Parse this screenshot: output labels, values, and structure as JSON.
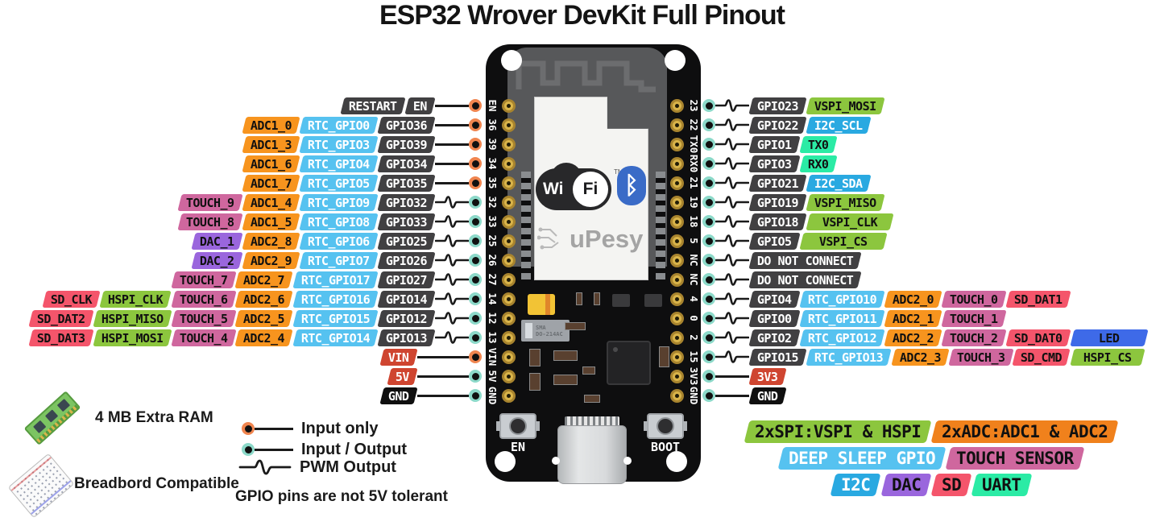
{
  "title": "ESP32 Wrover DevKit Full Pinout",
  "colors": {
    "dark": {
      "bg": "#414042",
      "fg": "#ffffff"
    },
    "adc": {
      "bg": "#f7941e",
      "fg": "#111111"
    },
    "adcleg": {
      "bg": "#f0811c",
      "fg": "#111111"
    },
    "rtc": {
      "bg": "#56c2f0",
      "fg": "#ffffff"
    },
    "touch": {
      "bg": "#cf679e",
      "fg": "#111111"
    },
    "dac": {
      "bg": "#9a66dd",
      "fg": "#111111"
    },
    "sd": {
      "bg": "#f4556b",
      "fg": "#111111"
    },
    "spi": {
      "bg": "#8cc63e",
      "fg": "#111111"
    },
    "i2c": {
      "bg": "#29a9e1",
      "fg": "#ffffff"
    },
    "uart": {
      "bg": "#2beba5",
      "fg": "#111111"
    },
    "power": {
      "bg": "#cf4530",
      "fg": "#ffffff"
    },
    "gnd": {
      "bg": "#0f0f0f",
      "fg": "#ffffff"
    },
    "led": {
      "bg": "#3e6ae8",
      "fg": "#111111"
    },
    "dot_input": "#f0854f",
    "dot_io": "#8cd9c9"
  },
  "pins": {
    "left": [
      {
        "badges": [
          {
            "t": "RESTART",
            "c": "dark"
          },
          {
            "t": "EN",
            "c": "dark"
          }
        ],
        "pwm": false,
        "dot": "input"
      },
      {
        "badges": [
          {
            "t": "ADC1_0",
            "c": "adc"
          },
          {
            "t": "RTC_GPIO0",
            "c": "rtc"
          },
          {
            "t": "GPIO36",
            "c": "dark"
          }
        ],
        "pwm": false,
        "dot": "input"
      },
      {
        "badges": [
          {
            "t": "ADC1_3",
            "c": "adc"
          },
          {
            "t": "RTC_GPIO3",
            "c": "rtc"
          },
          {
            "t": "GPIO39",
            "c": "dark"
          }
        ],
        "pwm": false,
        "dot": "input"
      },
      {
        "badges": [
          {
            "t": "ADC1_6",
            "c": "adc"
          },
          {
            "t": "RTC_GPIO4",
            "c": "rtc"
          },
          {
            "t": "GPIO34",
            "c": "dark"
          }
        ],
        "pwm": false,
        "dot": "input"
      },
      {
        "badges": [
          {
            "t": "ADC1_7",
            "c": "adc"
          },
          {
            "t": "RTC_GPIO5",
            "c": "rtc"
          },
          {
            "t": "GPIO35",
            "c": "dark"
          }
        ],
        "pwm": false,
        "dot": "input"
      },
      {
        "badges": [
          {
            "t": "TOUCH_9",
            "c": "touch"
          },
          {
            "t": "ADC1_4",
            "c": "adc"
          },
          {
            "t": "RTC_GPIO9",
            "c": "rtc"
          },
          {
            "t": "GPIO32",
            "c": "dark"
          }
        ],
        "pwm": true,
        "dot": "io"
      },
      {
        "badges": [
          {
            "t": "TOUCH_8",
            "c": "touch"
          },
          {
            "t": "ADC1_5",
            "c": "adc"
          },
          {
            "t": "RTC_GPIO8",
            "c": "rtc"
          },
          {
            "t": "GPIO33",
            "c": "dark"
          }
        ],
        "pwm": true,
        "dot": "io"
      },
      {
        "badges": [
          {
            "t": "DAC_1",
            "c": "dac"
          },
          {
            "t": "ADC2_8",
            "c": "adc"
          },
          {
            "t": "RTC_GPIO6",
            "c": "rtc"
          },
          {
            "t": "GPIO25",
            "c": "dark"
          }
        ],
        "pwm": true,
        "dot": "io"
      },
      {
        "badges": [
          {
            "t": "DAC_2",
            "c": "dac"
          },
          {
            "t": "ADC2_9",
            "c": "adc"
          },
          {
            "t": "RTC_GPIO7",
            "c": "rtc"
          },
          {
            "t": "GPIO26",
            "c": "dark"
          }
        ],
        "pwm": true,
        "dot": "io"
      },
      {
        "badges": [
          {
            "t": "TOUCH_7",
            "c": "touch"
          },
          {
            "t": "ADC2_7",
            "c": "adc"
          },
          {
            "t": "RTC_GPIO17",
            "c": "rtc"
          },
          {
            "t": "GPIO27",
            "c": "dark"
          }
        ],
        "pwm": true,
        "dot": "io"
      },
      {
        "badges": [
          {
            "t": "SD_CLK",
            "c": "sd"
          },
          {
            "t": "HSPI_CLK",
            "c": "spi"
          },
          {
            "t": "TOUCH_6",
            "c": "touch"
          },
          {
            "t": "ADC2_6",
            "c": "adc"
          },
          {
            "t": "RTC_GPIO16",
            "c": "rtc"
          },
          {
            "t": "GPIO14",
            "c": "dark"
          }
        ],
        "pwm": true,
        "dot": "io"
      },
      {
        "badges": [
          {
            "t": "SD_DAT2",
            "c": "sd"
          },
          {
            "t": "HSPI_MISO",
            "c": "spi"
          },
          {
            "t": "TOUCH_5",
            "c": "touch"
          },
          {
            "t": "ADC2_5",
            "c": "adc"
          },
          {
            "t": "RTC_GPIO15",
            "c": "rtc"
          },
          {
            "t": "GPIO12",
            "c": "dark"
          }
        ],
        "pwm": true,
        "dot": "io"
      },
      {
        "badges": [
          {
            "t": "SD_DAT3",
            "c": "sd"
          },
          {
            "t": "HSPI_MOSI",
            "c": "spi"
          },
          {
            "t": "TOUCH_4",
            "c": "touch"
          },
          {
            "t": "ADC2_4",
            "c": "adc"
          },
          {
            "t": "RTC_GPIO14",
            "c": "rtc"
          },
          {
            "t": "GPIO13",
            "c": "dark"
          }
        ],
        "pwm": true,
        "dot": "io"
      },
      {
        "badges": [
          {
            "t": "VIN",
            "c": "power"
          }
        ],
        "pwm": false,
        "dot": "input",
        "gap": true
      },
      {
        "badges": [
          {
            "t": "5V",
            "c": "power"
          }
        ],
        "pwm": false,
        "dot": "io",
        "gap": true
      },
      {
        "badges": [
          {
            "t": "GND",
            "c": "gnd"
          }
        ],
        "pwm": false,
        "dot": "io",
        "gap": true
      }
    ],
    "right": [
      {
        "badges": [
          {
            "t": "GPIO23",
            "c": "dark"
          },
          {
            "t": "VSPI_MOSI",
            "c": "spi"
          }
        ],
        "pwm": true,
        "dot": "io"
      },
      {
        "badges": [
          {
            "t": "GPIO22",
            "c": "dark"
          },
          {
            "t": "I2C_SCL",
            "c": "i2c"
          }
        ],
        "pwm": true,
        "dot": "io"
      },
      {
        "badges": [
          {
            "t": "GPIO1",
            "c": "dark"
          },
          {
            "t": "TX0",
            "c": "uart"
          }
        ],
        "pwm": true,
        "dot": "io"
      },
      {
        "badges": [
          {
            "t": "GPIO3",
            "c": "dark"
          },
          {
            "t": "RX0",
            "c": "uart"
          }
        ],
        "pwm": true,
        "dot": "io"
      },
      {
        "badges": [
          {
            "t": "GPIO21",
            "c": "dark"
          },
          {
            "t": "I2C_SDA",
            "c": "i2c"
          }
        ],
        "pwm": true,
        "dot": "io"
      },
      {
        "badges": [
          {
            "t": "GPIO19",
            "c": "dark"
          },
          {
            "t": "VSPI_MISO",
            "c": "spi"
          }
        ],
        "pwm": true,
        "dot": "io"
      },
      {
        "badges": [
          {
            "t": "GPIO18",
            "c": "dark"
          },
          {
            "t": "VSPI_CLK",
            "c": "spi",
            "minw": 104
          }
        ],
        "pwm": true,
        "dot": "io"
      },
      {
        "badges": [
          {
            "t": "GPIO5",
            "c": "dark"
          },
          {
            "t": "VSPI_CS",
            "c": "spi",
            "minw": 104
          }
        ],
        "pwm": true,
        "dot": "io"
      },
      {
        "badges": [
          {
            "t": "DO NOT CONNECT",
            "c": "dark"
          }
        ],
        "pwm": true,
        "dot": "io"
      },
      {
        "badges": [
          {
            "t": "DO NOT CONNECT",
            "c": "dark"
          }
        ],
        "pwm": true,
        "dot": "io"
      },
      {
        "badges": [
          {
            "t": "GPIO4",
            "c": "dark"
          },
          {
            "t": "RTC_GPIO10",
            "c": "rtc"
          },
          {
            "t": "ADC2_0",
            "c": "adc"
          },
          {
            "t": "TOUCH_0",
            "c": "touch"
          },
          {
            "t": "SD_DAT1",
            "c": "sd"
          }
        ],
        "pwm": true,
        "dot": "io"
      },
      {
        "badges": [
          {
            "t": "GPIO0",
            "c": "dark"
          },
          {
            "t": "RTC_GPIO11",
            "c": "rtc"
          },
          {
            "t": "ADC2_1",
            "c": "adc"
          },
          {
            "t": "TOUCH_1",
            "c": "touch"
          }
        ],
        "pwm": true,
        "dot": "io"
      },
      {
        "badges": [
          {
            "t": "GPIO2",
            "c": "dark"
          },
          {
            "t": "RTC_GPIO12",
            "c": "rtc"
          },
          {
            "t": "ADC2_2",
            "c": "adc"
          },
          {
            "t": "TOUCH_2",
            "c": "touch"
          },
          {
            "t": "SD_DAT0",
            "c": "sd"
          },
          {
            "t": "LED",
            "c": "led",
            "minw": 92
          }
        ],
        "pwm": true,
        "dot": "io"
      },
      {
        "badges": [
          {
            "t": "GPIO15",
            "c": "dark"
          },
          {
            "t": "RTC_GPIO13",
            "c": "rtc"
          },
          {
            "t": "ADC2_3",
            "c": "adc"
          },
          {
            "t": "TOUCH_3",
            "c": "touch"
          },
          {
            "t": "SD_CMD",
            "c": "sd"
          },
          {
            "t": "HSPI_CS",
            "c": "spi",
            "minw": 88
          }
        ],
        "pwm": true,
        "dot": "io"
      },
      {
        "badges": [
          {
            "t": "3V3",
            "c": "power"
          }
        ],
        "pwm": false,
        "dot": "io"
      },
      {
        "badges": [
          {
            "t": "GND",
            "c": "gnd"
          }
        ],
        "pwm": false,
        "dot": "io"
      }
    ]
  },
  "board": {
    "left_pins": [
      "EN",
      "36",
      "39",
      "34",
      "35",
      "32",
      "33",
      "25",
      "26",
      "27",
      "14",
      "12",
      "13",
      "VIN",
      "5V",
      "GND"
    ],
    "right_pins": [
      "23",
      "22",
      "TX0",
      "RX0",
      "21",
      "19",
      "18",
      "5",
      "NC",
      "NC",
      "4",
      "0",
      "2",
      "15",
      "3V3",
      "GND"
    ],
    "en_label": "EN",
    "boot_label": "BOOT",
    "diode_label": "SMA",
    "diode_sublabel": "DO-214AC",
    "logos": {
      "wifi_wi": "Wi",
      "wifi_fi": "Fi",
      "wifi_tm": "TM",
      "upesy": "uPesy"
    }
  },
  "icons": {
    "bluetooth": "ᛒ"
  },
  "legend_right": {
    "rows": [
      [
        {
          "t": "2xSPI:VSPI & HSPI",
          "c": "spi"
        },
        {
          "t": "2xADC:ADC1 & ADC2",
          "c": "adcleg"
        }
      ],
      [
        {
          "t": "DEEP SLEEP GPIO",
          "c": "rtc"
        },
        {
          "t": "TOUCH SENSOR",
          "c": "touch"
        }
      ],
      [
        {
          "t": "I2C",
          "c": "i2c"
        },
        {
          "t": "DAC",
          "c": "dac"
        },
        {
          "t": "SD",
          "c": "sd"
        },
        {
          "t": "UART",
          "c": "uart"
        }
      ]
    ]
  },
  "legend_left": {
    "ram": "4 MB Extra RAM",
    "breadboard": "Breadbord Compatible",
    "input_only": "Input only",
    "input_output": "Input / Output",
    "pwm": "PWM Output",
    "tolerance_note": "GPIO pins are not 5V tolerant"
  }
}
